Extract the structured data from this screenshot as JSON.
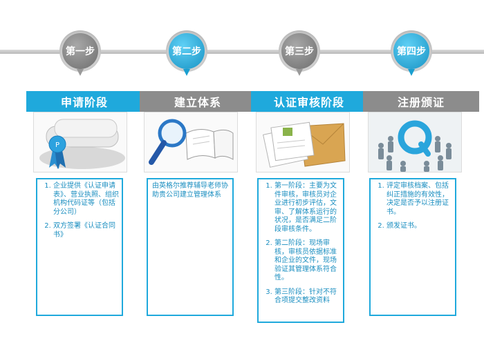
{
  "steps": [
    {
      "label": "第一步",
      "banner": "申请阶段",
      "banner_color": "blue",
      "circle_color": "gray"
    },
    {
      "label": "第二步",
      "banner": "建立体系",
      "banner_color": "gray",
      "circle_color": "blue"
    },
    {
      "label": "第三步",
      "banner": "认证审核阶段",
      "banner_color": "blue",
      "circle_color": "gray"
    },
    {
      "label": "第四步",
      "banner": "注册颁证",
      "banner_color": "gray",
      "circle_color": "blue"
    }
  ],
  "descriptions": {
    "step1": [
      "企业提供《认证申请表》、营业执照、组织机构代码证等（包括分公司）",
      "双方签署《认证合同书》"
    ],
    "step2": "由英格尔推荐辅导老师协助贵公司建立管理体系",
    "step3": [
      "第一阶段：主要为文件审核，审核员对企业进行初步评估，文审、了解体系运行的状况，是否满足二阶段审核条件。",
      "第二阶段：现场审核，审核员依据标准和企业的文件，现场验证其管理体系符合性。",
      "第三阶段：针对不符合项提交整改资料"
    ],
    "step4": [
      "评定审核档案、包括纠正措施的有效性，决定是否予以注册证书。",
      "颁发证书。"
    ]
  },
  "icons": {
    "step1": "certificate-scroll-icon",
    "step2": "magnifier-book-icon",
    "step3": "documents-envelope-icon",
    "step4": "people-circle-icon"
  },
  "colors": {
    "accent_blue": "#1fa9dc",
    "gray": "#8c8c8c"
  }
}
